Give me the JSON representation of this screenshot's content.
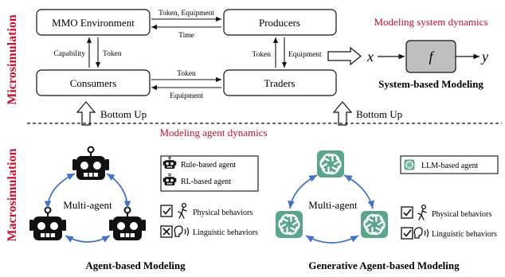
{
  "side_labels": {
    "micro": "Microsimulation",
    "macro": "Macrosimulation"
  },
  "nodes": {
    "mmo": "MMO Environment",
    "producers": "Producers",
    "consumers": "Consumers",
    "traders": "Traders"
  },
  "edges": {
    "mmo_to_producers": "Token, Equipment",
    "producers_to_mmo": "Time",
    "capability": "Capability",
    "token_left": "Token",
    "consumers_to_traders": "Token",
    "traders_to_consumers": "Equipment",
    "token_right": "Token",
    "equipment_right": "Equipment"
  },
  "system": {
    "title": "Modeling system dynamics",
    "input": "x",
    "func": "f",
    "output": "y",
    "caption": "System-based Modeling"
  },
  "bottom_up": {
    "left": "Bottom Up",
    "right": "Bottom Up",
    "agent_dynamics": "Modeling agent dynamics"
  },
  "abm": {
    "center": "Multi-agent",
    "legend_rule": "Rule-based agent",
    "legend_rl": "RL-based agent",
    "physical": "Physical behaviors",
    "linguistic": "Linguistic behaviors",
    "caption": "Agent-based Modeling"
  },
  "gabm": {
    "center": "Multi-agent",
    "legend_llm": "LLM-based agent",
    "physical": "Physical behaviors",
    "linguistic": "Linguistic behaviors",
    "caption": "Generative Agent-based Modeling"
  },
  "colors": {
    "red": "#c8102e",
    "blue": "#4472c4",
    "llm_green": "#5aa58c",
    "f_box": "#bfbfbf"
  }
}
